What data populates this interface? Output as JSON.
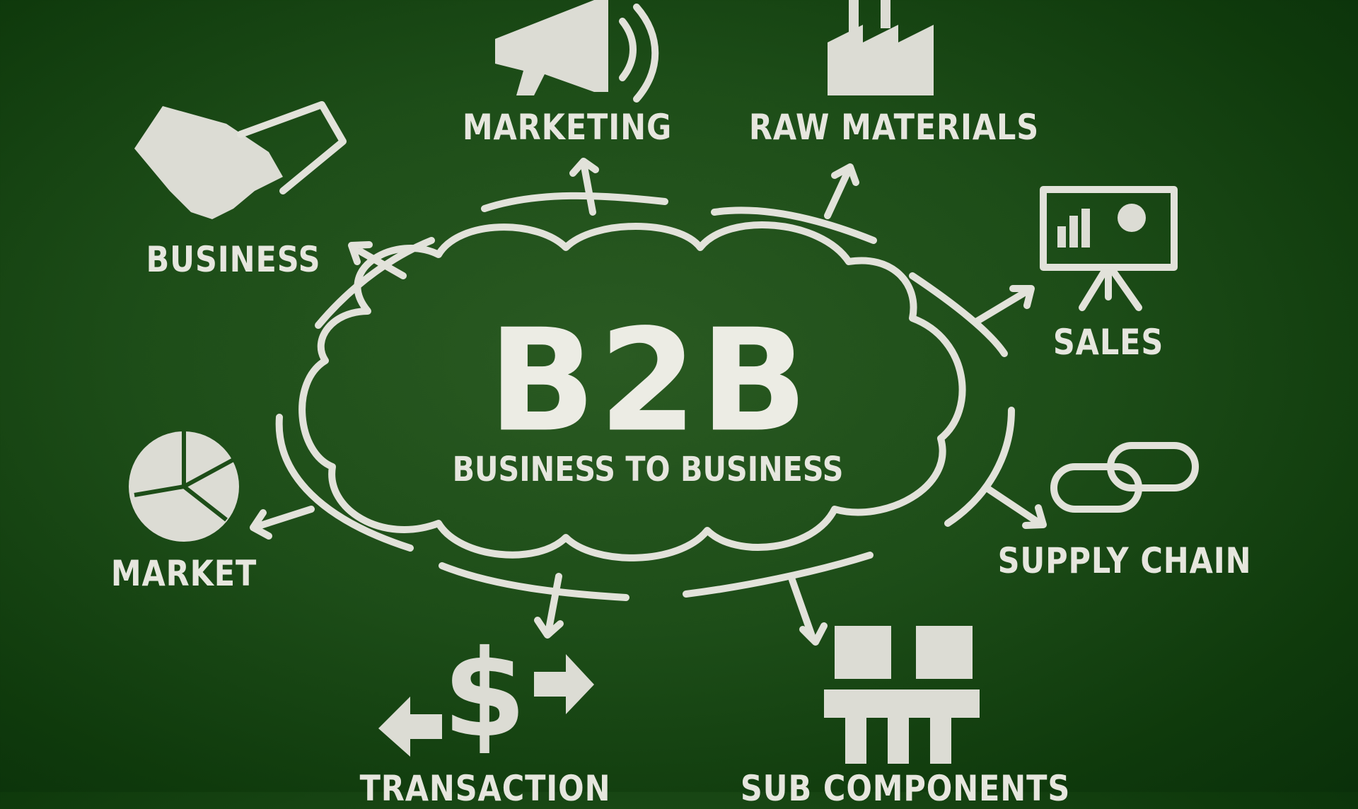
{
  "center": {
    "title": "B2B",
    "subtitle": "BUSINESS TO BUSINESS"
  },
  "nodes": [
    {
      "label": "MARKETING",
      "icon": "megaphone-icon"
    },
    {
      "label": "RAW MATERIALS",
      "icon": "factory-icon"
    },
    {
      "label": "BUSINESS",
      "icon": "handshake-icon"
    },
    {
      "label": "SALES",
      "icon": "presentation-board-icon"
    },
    {
      "label": "MARKET",
      "icon": "pie-chart-icon"
    },
    {
      "label": "SUPPLY CHAIN",
      "icon": "chain-link-icon"
    },
    {
      "label": "TRANSACTION",
      "icon": "dollar-exchange-icon"
    },
    {
      "label": "SUB COMPONENTS",
      "icon": "puzzle-pieces-icon"
    }
  ],
  "colors": {
    "board": "#1d4d18",
    "chalk": "#e6e6de"
  }
}
